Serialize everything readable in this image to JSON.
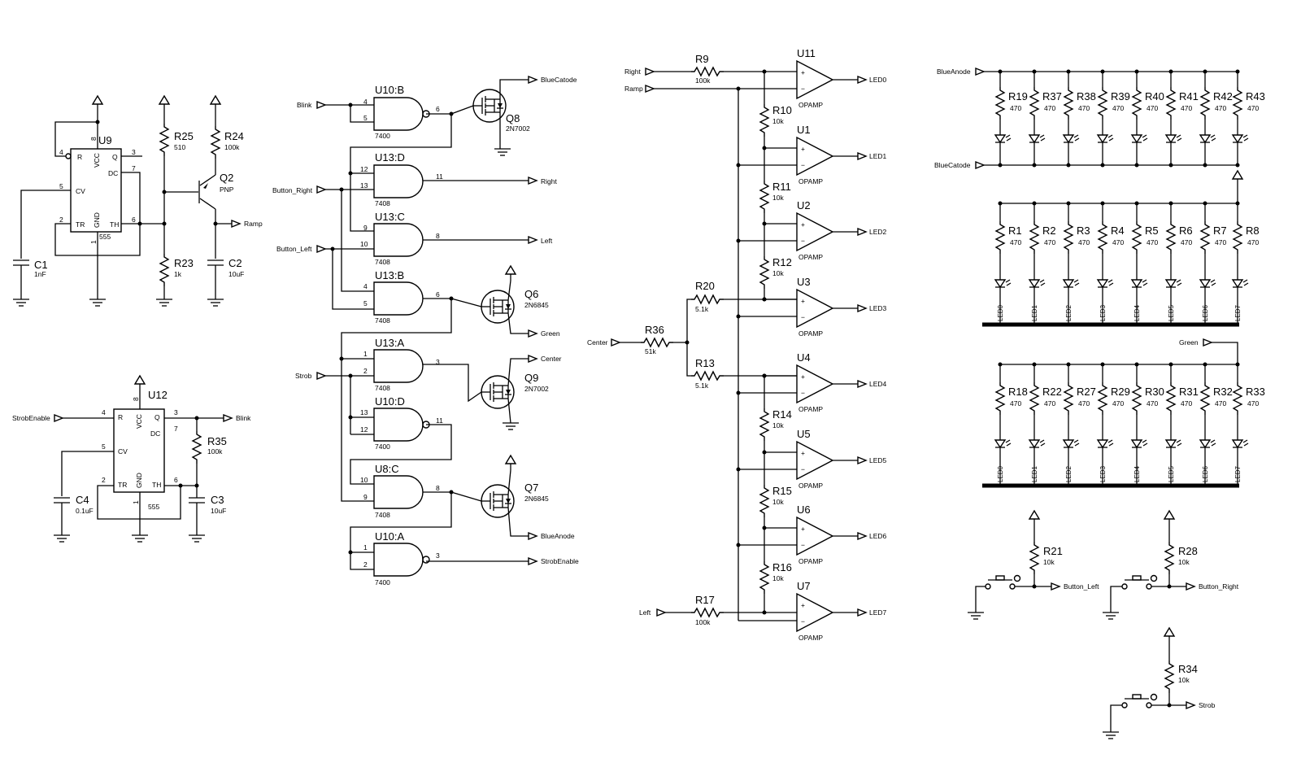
{
  "timer_u9": {
    "ref": "U9",
    "part": "555",
    "pin_r": "R",
    "pin_cv": "CV",
    "pin_tr": "TR",
    "pin_vcc": "VCC",
    "pin_gnd": "GND",
    "pin_q": "Q",
    "pin_dc": "DC",
    "pin_th": "TH",
    "n4": "4",
    "n5": "5",
    "n2": "2",
    "n8": "8",
    "n1": "1",
    "n3": "3",
    "n7": "7",
    "n6": "6"
  },
  "timer_u12": {
    "ref": "U12",
    "part": "555",
    "pin_r": "R",
    "pin_cv": "CV",
    "pin_tr": "TR",
    "pin_vcc": "VCC",
    "pin_gnd": "GND",
    "pin_q": "Q",
    "pin_dc": "DC",
    "pin_th": "TH",
    "n4": "4",
    "n5": "5",
    "n2": "2",
    "n8": "8",
    "n1": "1",
    "n3": "3",
    "n7": "7",
    "n6": "6"
  },
  "parts": {
    "c1": {
      "ref": "C1",
      "val": "1nF"
    },
    "c2": {
      "ref": "C2",
      "val": "10uF"
    },
    "c3": {
      "ref": "C3",
      "val": "10uF"
    },
    "c4": {
      "ref": "C4",
      "val": "0.1uF"
    },
    "r25": {
      "ref": "R25",
      "val": "510"
    },
    "r24": {
      "ref": "R24",
      "val": "100k"
    },
    "r23": {
      "ref": "R23",
      "val": "1k"
    },
    "r35": {
      "ref": "R35",
      "val": "100k"
    },
    "q2": {
      "ref": "Q2",
      "val": "PNP"
    },
    "q8": {
      "ref": "Q8",
      "val": "2N7002"
    },
    "q6": {
      "ref": "Q6",
      "val": "2N6845"
    },
    "q9": {
      "ref": "Q9",
      "val": "2N7002"
    },
    "q7": {
      "ref": "Q7",
      "val": "2N6845"
    },
    "r9": {
      "ref": "R9",
      "val": "100k"
    },
    "r10": {
      "ref": "R10",
      "val": "10k"
    },
    "r11": {
      "ref": "R11",
      "val": "10k"
    },
    "r12": {
      "ref": "R12",
      "val": "10k"
    },
    "r20": {
      "ref": "R20",
      "val": "5.1k"
    },
    "r36": {
      "ref": "R36",
      "val": "51k"
    },
    "r13": {
      "ref": "R13",
      "val": "5.1k"
    },
    "r14": {
      "ref": "R14",
      "val": "10k"
    },
    "r15": {
      "ref": "R15",
      "val": "10k"
    },
    "r16": {
      "ref": "R16",
      "val": "10k"
    },
    "r17": {
      "ref": "R17",
      "val": "100k"
    },
    "r21": {
      "ref": "R21",
      "val": "10k"
    },
    "r28": {
      "ref": "R28",
      "val": "10k"
    },
    "r34": {
      "ref": "R34",
      "val": "10k"
    }
  },
  "gates": [
    {
      "ref": "U10:B",
      "part": "7400",
      "in1": "4",
      "in2": "5",
      "out": "6"
    },
    {
      "ref": "U13:D",
      "part": "7408",
      "in1": "12",
      "in2": "13",
      "out": "11"
    },
    {
      "ref": "U13:C",
      "part": "7408",
      "in1": "9",
      "in2": "10",
      "out": "8"
    },
    {
      "ref": "U13:B",
      "part": "7408",
      "in1": "4",
      "in2": "5",
      "out": "6"
    },
    {
      "ref": "U13:A",
      "part": "7408",
      "in1": "1",
      "in2": "2",
      "out": "3"
    },
    {
      "ref": "U10:D",
      "part": "7400",
      "in1": "13",
      "in2": "12",
      "out": "11"
    },
    {
      "ref": "U8:C",
      "part": "7408",
      "in1": "10",
      "in2": "9",
      "out": "8"
    },
    {
      "ref": "U10:A",
      "part": "7400",
      "in1": "1",
      "in2": "2",
      "out": "3"
    }
  ],
  "opamps": [
    {
      "ref": "U11",
      "out": "LED0"
    },
    {
      "ref": "U1",
      "out": "LED1"
    },
    {
      "ref": "U2",
      "out": "LED2"
    },
    {
      "ref": "U3",
      "out": "LED3"
    },
    {
      "ref": "U4",
      "out": "LED4"
    },
    {
      "ref": "U5",
      "out": "LED5"
    },
    {
      "ref": "U6",
      "out": "LED6"
    },
    {
      "ref": "U7",
      "out": "LED7"
    }
  ],
  "opamp_part": "OPAMP",
  "opamp_plus": "+",
  "opamp_minus": "−",
  "nets": {
    "ramp": "Ramp",
    "blink": "Blink",
    "strob_enable": "StrobEnable",
    "button_right": "Button_Right",
    "button_left": "Button_Left",
    "strob": "Strob",
    "blue_catode": "BlueCatode",
    "right": "Right",
    "left": "Left",
    "green": "Green",
    "center": "Center",
    "blue_anode": "BlueAnode",
    "button_left_sw": "Button_Left",
    "button_right_sw": "Button_Right",
    "strob_sw": "Strob"
  },
  "led_array_blue": {
    "refs": [
      "R19",
      "R37",
      "R38",
      "R39",
      "R40",
      "R41",
      "R42",
      "R43"
    ],
    "val": "470"
  },
  "led_array_red": {
    "refs": [
      "R1",
      "R2",
      "R3",
      "R4",
      "R5",
      "R6",
      "R7",
      "R8"
    ],
    "val": "470",
    "leds": [
      "LED0",
      "LED1",
      "LED2",
      "LED3",
      "LED4",
      "LED5",
      "LED6",
      "LED7"
    ]
  },
  "led_array_green": {
    "refs": [
      "R18",
      "R22",
      "R27",
      "R29",
      "R30",
      "R31",
      "R32",
      "R33"
    ],
    "val": "470",
    "leds": [
      "LED0",
      "LED1",
      "LED2",
      "LED3",
      "LED4",
      "LED5",
      "LED6",
      "LED7"
    ]
  }
}
